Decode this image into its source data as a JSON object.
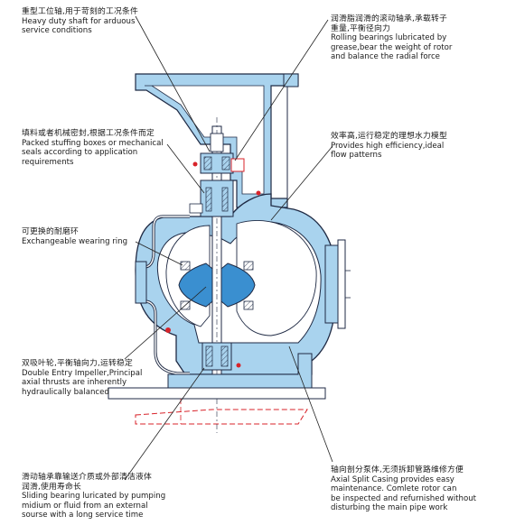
{
  "annotations": {
    "shaft": {
      "cn": "重型工位轴,用于苛刻的工况条件",
      "en": [
        "Heavy duty shaft for arduous",
        "service conditions"
      ]
    },
    "bearings": {
      "cn": [
        "润滑脂润滑的滚动轴承,承载转子",
        "重量,平衡径向力"
      ],
      "en": [
        "Rolling bearings lubricated by",
        "grease,bear the weight of rotor",
        "and balance the radial force"
      ]
    },
    "packing": {
      "cn": "填料或者机械密封,根据工况条件而定",
      "en": [
        "Packed stuffing boxes or mechanical",
        "seals according to application",
        " requirements"
      ]
    },
    "efficiency": {
      "cn": "效率高,运行稳定的理想水力模型",
      "en": [
        "Provides high efficiency,ideal",
        "flow patterns"
      ]
    },
    "wearing_ring": {
      "cn": "可更换的耐磨环",
      "en": [
        "Exchangeable wearing ring"
      ]
    },
    "impeller": {
      "cn": "双吸叶轮,平衡轴向力,运转稳定",
      "en": [
        "Double Entry Impeller,Principal",
        "axial thrusts are inherently",
        "hydraulically balanced"
      ]
    },
    "sliding_bearing": {
      "cn": [
        "滑动轴承靠输送介质或外部清洁液体",
        "润滑,使用寿命长"
      ],
      "en": [
        "Sliding bearing luricated by pumping",
        "midium or fluid from an external",
        "sourse with a long service time"
      ]
    },
    "split_casing": {
      "cn": "轴向剖分泵体,无须拆卸管路维修方便",
      "en": [
        "Axial Split Casing provides easy",
        "maintenance. Comlete rotor can",
        "be inspected and refurnished without",
        "disturbing the main pipe work"
      ]
    }
  },
  "colors": {
    "casing_fill": "#a9d3ee",
    "outline": "#1f2a44",
    "accent_red": "#d8232a",
    "leader": "#222222"
  }
}
